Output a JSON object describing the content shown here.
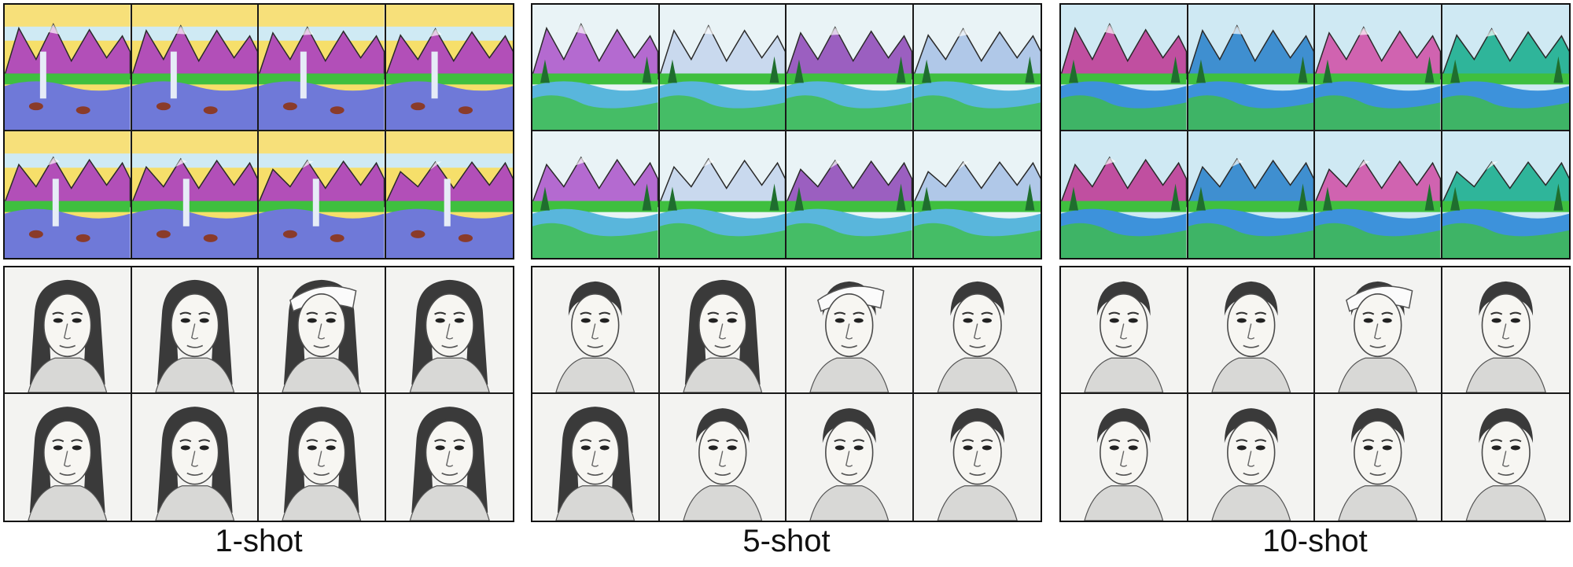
{
  "columns": [
    {
      "label": "1-shot",
      "landscape_style": "purple",
      "portrait_style": "female"
    },
    {
      "label": "5-shot",
      "landscape_style": "teal",
      "portrait_style": "mixed"
    },
    {
      "label": "10-shot",
      "landscape_style": "vivid",
      "portrait_style": "male"
    }
  ],
  "colors": {
    "sky_yellow": "#f6df6a",
    "mountain_purple": "#b24fb8",
    "water_blue": "#4a86cf",
    "grass_green": "#3fbf3f",
    "pencil_gray": "#3a3a3a"
  }
}
